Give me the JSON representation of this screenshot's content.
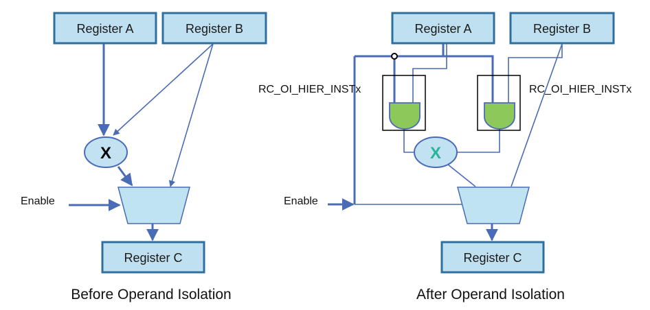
{
  "before": {
    "register_a": "Register A",
    "register_b": "Register B",
    "register_c": "Register C",
    "multiplier": "X",
    "enable": "Enable",
    "caption": "Before Operand Isolation"
  },
  "after": {
    "register_a": "Register A",
    "register_b": "Register B",
    "register_c": "Register C",
    "multiplier": "X",
    "enable": "Enable",
    "inst_left": "RC_OI_HIER_INSTx",
    "inst_right": "RC_OI_HIER_INSTx",
    "caption": "After Operand Isolation"
  },
  "colors": {
    "register_fill": "#bfe0f0",
    "register_border": "#2f6f9f",
    "wire": "#4a6bb5",
    "and_gate": "#8cc85a",
    "multiplier_x_before": "#000000",
    "multiplier_x_after": "#2bb39a"
  }
}
